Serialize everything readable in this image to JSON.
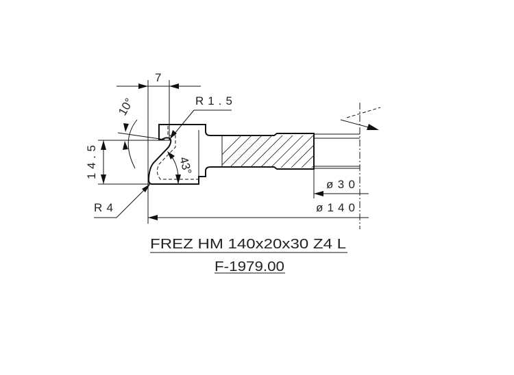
{
  "drawing": {
    "dimensions": {
      "width_7": "7",
      "radius_small": "R1.5",
      "angle_10": "10°",
      "height_14_5": "14.5",
      "angle_43": "43°",
      "radius_large": "R4",
      "bore_diameter": "ø30",
      "outer_diameter": "ø140"
    },
    "title": "FREZ HM 140x20x30 Z4 L",
    "code": "F-1979.00"
  }
}
